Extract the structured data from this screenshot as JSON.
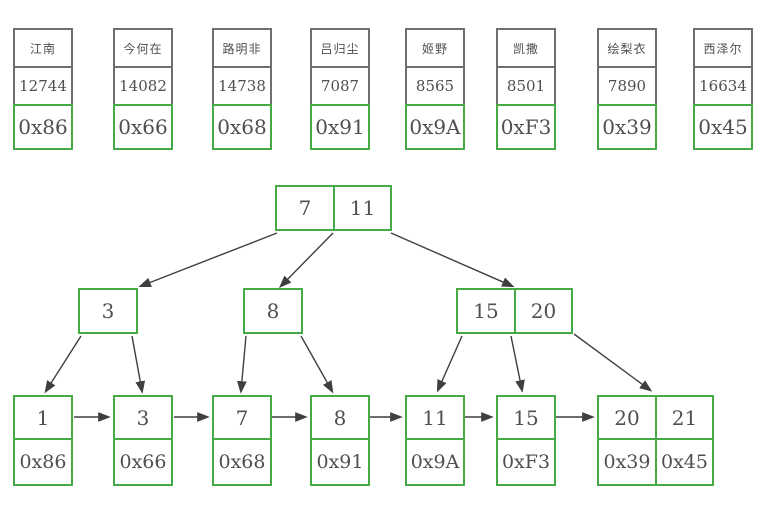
{
  "records": [
    {
      "name": "江南",
      "id": "12744",
      "pointer": "0x86"
    },
    {
      "name": "今何在",
      "id": "14082",
      "pointer": "0x66"
    },
    {
      "name": "路明非",
      "id": "14738",
      "pointer": "0x68"
    },
    {
      "name": "吕归尘",
      "id": "7087",
      "pointer": "0x91"
    },
    {
      "name": "姬野",
      "id": "8565",
      "pointer": "0x9A"
    },
    {
      "name": "凯撒",
      "id": "8501",
      "pointer": "0xF3"
    },
    {
      "name": "绘梨衣",
      "id": "7890",
      "pointer": "0x39"
    },
    {
      "name": "西泽尔",
      "id": "16634",
      "pointer": "0x45"
    }
  ],
  "tree": {
    "type": "b-plus-tree",
    "root_keys": [
      "7",
      "11"
    ],
    "internal_nodes": [
      [
        "3"
      ],
      [
        "8"
      ],
      [
        "15",
        "20"
      ]
    ],
    "leaves": [
      {
        "key": "1",
        "pointer": "0x86"
      },
      {
        "key": "3",
        "pointer": "0x66"
      },
      {
        "key": "7",
        "pointer": "0x68"
      },
      {
        "key": "8",
        "pointer": "0x91"
      },
      {
        "key": "11",
        "pointer": "0x9A"
      },
      {
        "key": "15",
        "pointer": "0xF3"
      },
      {
        "key": "20",
        "pointer": "0x39"
      },
      {
        "key": "21",
        "pointer": "0x45"
      }
    ]
  },
  "colors": {
    "node_green": "#45a945",
    "card_gray": "#6f6f6f",
    "arrow": "#3f3f3f",
    "text": "#4f4f4f"
  }
}
